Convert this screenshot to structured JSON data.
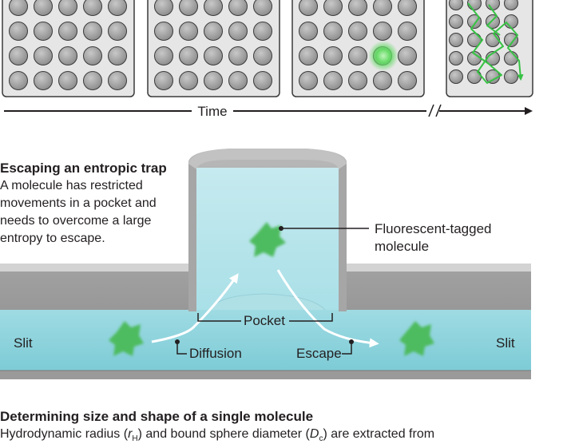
{
  "timeline": {
    "label": "Time"
  },
  "entropic_trap": {
    "title": "Escaping an entropic trap",
    "description_lines": [
      "A molecule has restricted",
      "movements in a pocket and",
      "needs to overcome a large",
      "entropy to escape."
    ]
  },
  "labels": {
    "fluorescent_line1": "Fluorescent-tagged",
    "fluorescent_line2": "molecule",
    "pocket": "Pocket",
    "slit_left": "Slit",
    "slit_right": "Slit",
    "diffusion": "Diffusion",
    "escape": "Escape"
  },
  "size_shape": {
    "title": "Determining size and shape of a single molecule",
    "description_partial": "Hydrodynamic radius (rH) and bound sphere diameter (Dc) are extracted from"
  },
  "colors": {
    "fluid": "#bfe6ec",
    "slit_fluid": "#8fd3dc",
    "molecule": "#4dbb5f",
    "glow": "#3ecf4a",
    "track": "#37c244",
    "wall": "#9b9b9b"
  }
}
